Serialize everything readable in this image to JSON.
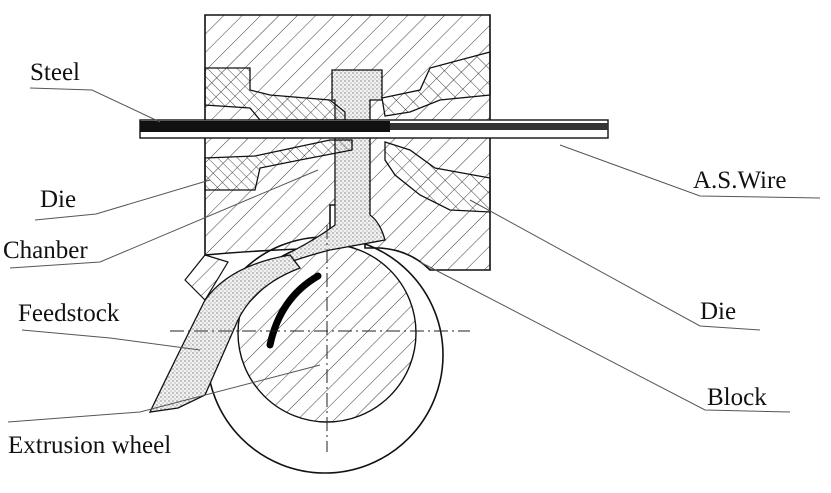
{
  "labels": {
    "steel": "Steel",
    "die_left": "Die",
    "chamber": "Chanber",
    "feedstock": "Feedstock",
    "extrusion_wheel": "Extrusion wheel",
    "as_wire": "A.S.Wire",
    "die_right": "Die",
    "block": "Block"
  },
  "colors": {
    "ink": "#111111",
    "hatch": "#3a3a3a",
    "leader": "#555555",
    "paper": "#ffffff"
  }
}
